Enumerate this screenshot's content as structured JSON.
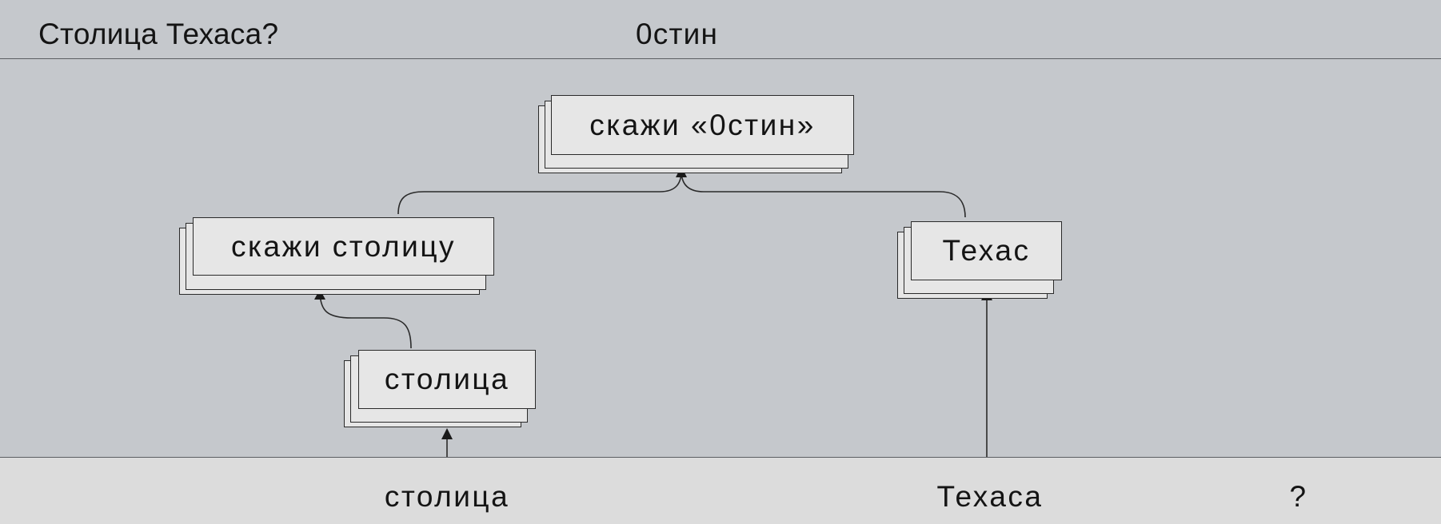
{
  "header": {
    "question": "Столица Техаса?",
    "answer": "0стин"
  },
  "nodes": {
    "say_austin": "скажи «0стин»",
    "say_capital": "скажи столицу",
    "texas": "Техас",
    "capital": "столица"
  },
  "tokens": [
    "столица",
    "Техаса",
    "?"
  ],
  "colors": {
    "background": "#c5c8cc",
    "token_bar": "#dcdcdc",
    "card_fill": "#e6e6e6",
    "line": "#2a2a2a"
  }
}
